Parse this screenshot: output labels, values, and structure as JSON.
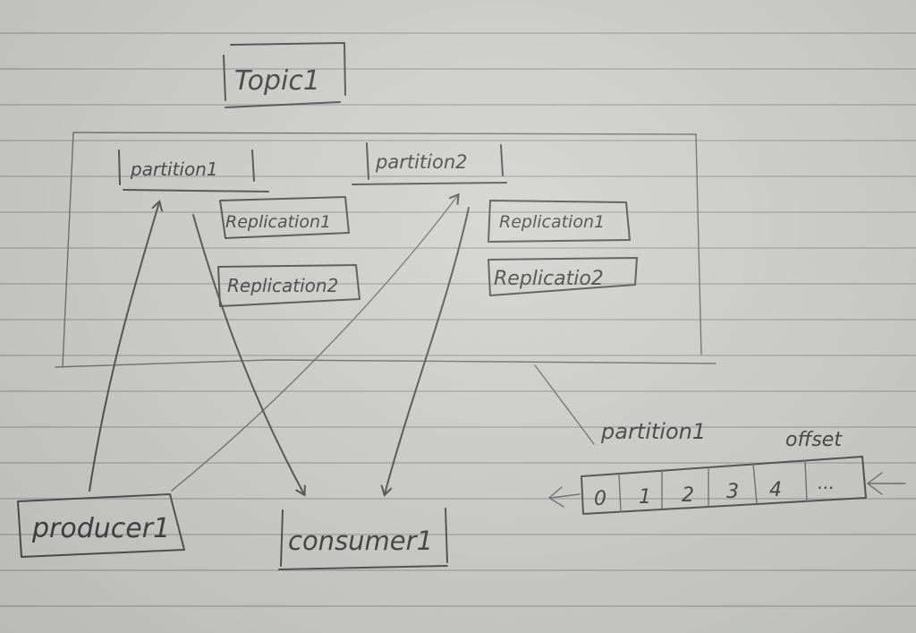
{
  "diagram": {
    "topic": "Topic1",
    "partitions": [
      {
        "label": "partition1",
        "replicas": [
          "Replication1",
          "Replication2"
        ]
      },
      {
        "label": "partition2",
        "replicas": [
          "Replication1",
          "Replicatio2"
        ]
      }
    ],
    "producer": "producer1",
    "consumer": "consumer1",
    "log": {
      "label": "partition1",
      "offset_label": "offset",
      "cells": [
        "0",
        "1",
        "2",
        "3",
        "4",
        "..."
      ]
    }
  },
  "colors": {
    "paper": "#cfd0cb",
    "ink": "#4a4b4d",
    "rule_lines": "#787d82"
  }
}
